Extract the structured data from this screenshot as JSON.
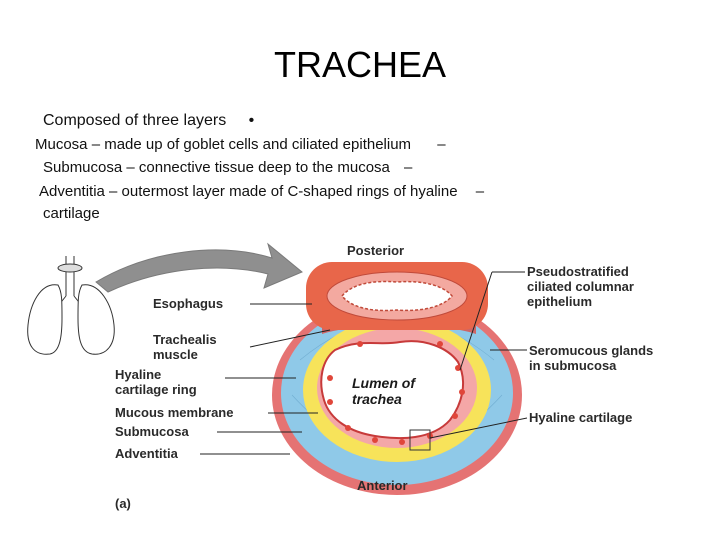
{
  "slide": {
    "title": "TRACHEA",
    "bullets": [
      {
        "text": "Composed of three layers",
        "marker": "•"
      },
      {
        "text": "Mucosa – made up of goblet cells and ciliated epithelium",
        "marker": "–"
      },
      {
        "text": "Submucosa – connective tissue deep to the mucosa",
        "marker": "–"
      },
      {
        "text": "Adventitia – outermost layer made of C-shaped rings of hyaline",
        "marker": "–"
      },
      {
        "text": "cartilage",
        "marker": ""
      }
    ]
  },
  "figure": {
    "labels": {
      "posterior": "Posterior",
      "anterior": "Anterior",
      "esophagus": "Esophagus",
      "trachealis_line1": "Trachealis",
      "trachealis_line2": "muscle",
      "hyaline_ring_line1": "Hyaline",
      "hyaline_ring_line2": "cartilage ring",
      "mucous_membrane": "Mucous membrane",
      "submucosa": "Submucosa",
      "adventitia": "Adventitia",
      "lumen_line1": "Lumen of",
      "lumen_line2": "trachea",
      "pseudostratified_line1": "Pseudostratified",
      "pseudostratified_line2": "ciliated columnar",
      "pseudostratified_line3": "epithelium",
      "seromucous_line1": "Seromucous glands",
      "seromucous_line2": "in submucosa",
      "hyaline_cartilage": "Hyaline cartilage",
      "panel": "(a)"
    },
    "colors": {
      "adventitia": "#e57373",
      "cartilage": "#8fc9e8",
      "submucosa": "#f7e35a",
      "mucosa": "#f4a7a7",
      "esophagus": "#e8664a",
      "arrow": "#8f8f8f"
    }
  }
}
